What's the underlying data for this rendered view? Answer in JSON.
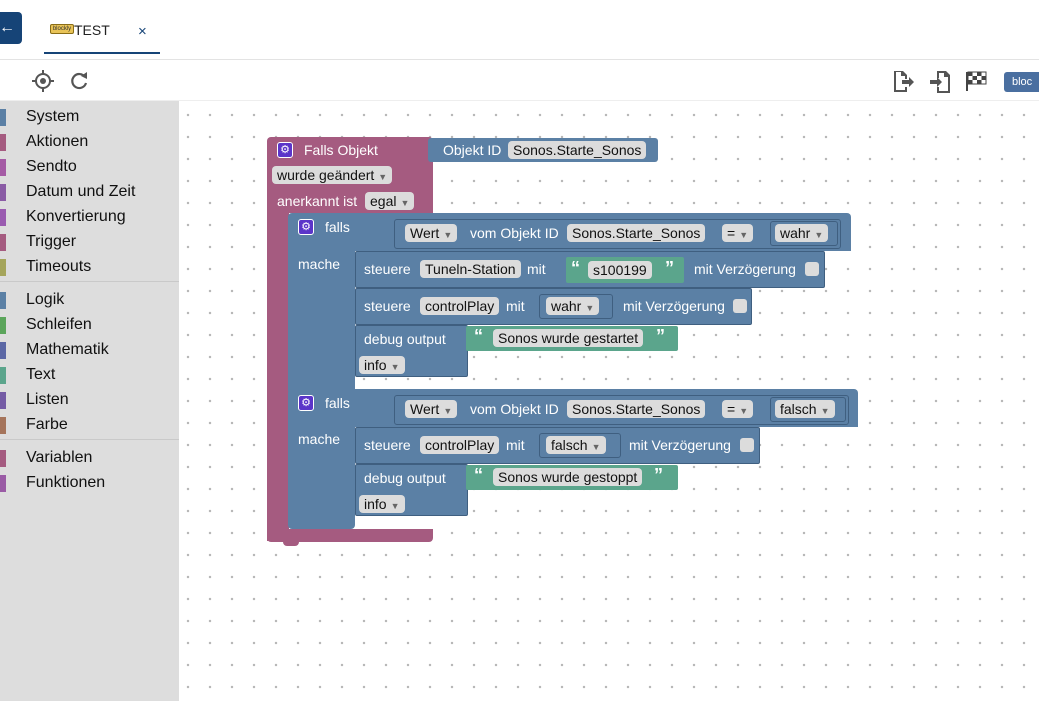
{
  "tab": {
    "back_icon": "arrow-left-icon",
    "thumb": "blockly",
    "title": "TEST",
    "close": "×"
  },
  "toolbar": {
    "blockly_label": "bloc"
  },
  "sidebar": {
    "items": [
      {
        "label": "System",
        "color": "#5b80a5"
      },
      {
        "label": "Aktionen",
        "color": "#a55b80"
      },
      {
        "label": "Sendto",
        "color": "#a55ba5"
      },
      {
        "label": "Datum und Zeit",
        "color": "#8a5ba5"
      },
      {
        "label": "Konvertierung",
        "color": "#9a5bb0"
      },
      {
        "label": "Trigger",
        "color": "#a55b80"
      },
      {
        "label": "Timeouts",
        "color": "#a5a55b"
      },
      {
        "label": "Logik",
        "color": "#5b80a5"
      },
      {
        "label": "Schleifen",
        "color": "#5ba55b"
      },
      {
        "label": "Mathematik",
        "color": "#5b67a5"
      },
      {
        "label": "Text",
        "color": "#5ba58c"
      },
      {
        "label": "Listen",
        "color": "#745ba5"
      },
      {
        "label": "Farbe",
        "color": "#a5745b"
      },
      {
        "label": "Variablen",
        "color": "#a55b80"
      },
      {
        "label": "Funktionen",
        "color": "#9a5ba5"
      }
    ]
  },
  "colors": {
    "trigger": "#a55b80",
    "logic": "#5b80a5",
    "text": "#5ba58c",
    "accent": "#164477"
  },
  "blocks": {
    "trigger": {
      "title": "Falls Objekt",
      "objid_label": "Objekt ID",
      "objid_value": "Sonos.Starte_Sonos",
      "changed": "wurde geändert",
      "ack_label": "anerkannt ist",
      "ack_value": "egal"
    },
    "if1": {
      "falls": "falls",
      "mache": "mache",
      "cond": {
        "wert": "Wert",
        "vom": "vom Objekt ID",
        "id": "Sonos.Starte_Sonos",
        "op": "=",
        "val": "wahr"
      },
      "control1": {
        "label": "steuere",
        "target": "Tuneln-Station",
        "mit": "mit",
        "value": "s100199",
        "delay": "mit Verzögerung"
      },
      "control2": {
        "label": "steuere",
        "target": "controlPlay",
        "mit": "mit",
        "value": "wahr",
        "delay": "mit Verzögerung"
      },
      "debug": {
        "label": "debug output",
        "text": "Sonos wurde gestartet",
        "level": "info"
      }
    },
    "if2": {
      "falls": "falls",
      "mache": "mache",
      "cond": {
        "wert": "Wert",
        "vom": "vom Objekt ID",
        "id": "Sonos.Starte_Sonos",
        "op": "=",
        "val": "falsch"
      },
      "control": {
        "label": "steuere",
        "target": "controlPlay",
        "mit": "mit",
        "value": "falsch",
        "delay": "mit Verzögerung"
      },
      "debug": {
        "label": "debug output",
        "text": "Sonos wurde gestoppt",
        "level": "info"
      }
    }
  }
}
